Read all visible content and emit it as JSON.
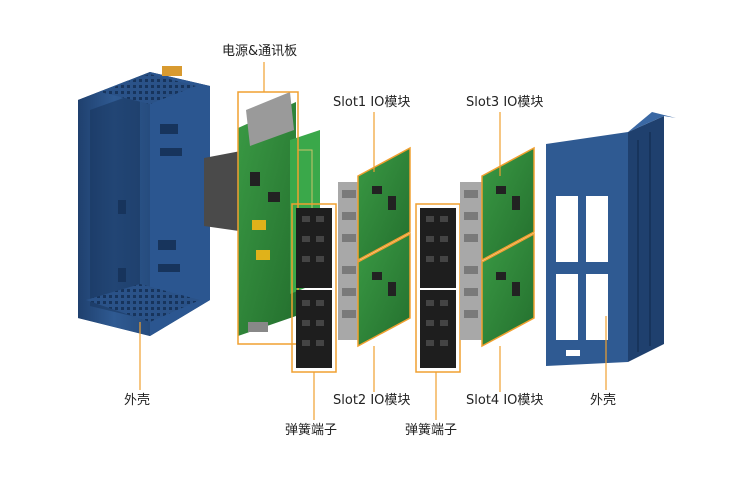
{
  "labels": {
    "power_comm_board": "电源&通讯板",
    "slot1": "Slot1 IO模块",
    "slot2": "Slot2 IO模块",
    "slot3": "Slot3 IO模块",
    "slot4": "Slot4 IO模块",
    "shell_left": "外壳",
    "shell_right": "外壳",
    "spring_terminal_1": "弹簧端子",
    "spring_terminal_2": "弹簧端子"
  },
  "colors": {
    "shell_blue": "#2f5a92",
    "shell_dark": "#1f406e",
    "pcb_green": "#2f8a3a",
    "callout_orange": "#f0a030",
    "terminal_black": "#1e1e1e",
    "connector_gray": "#a8a8a8"
  }
}
